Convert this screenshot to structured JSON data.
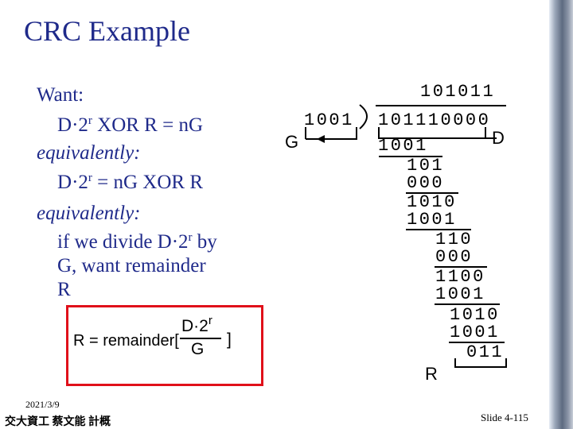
{
  "slide": {
    "title": "CRC Example",
    "date": "2021/3/9",
    "org": "交大資工 蔡文能 計概",
    "slide_number": "Slide 4-115"
  },
  "left": {
    "want": "Want:",
    "eq1_d": "D",
    "eq1_two": "2",
    "eq1_r": "r",
    "eq1_rest": " XOR R = n",
    "eq1_g": "G",
    "equiv1": "equivalently:",
    "eq2_d": "D",
    "eq2_two": "2",
    "eq2_r": "r",
    "eq2_rest": " = n",
    "eq2_tail": "G XOR R",
    "equiv2": "equivalently:",
    "line_if": "if we divide D",
    "line_if_two": "2",
    "line_if_r": "r",
    "line_if_by": " by",
    "line_g": "G, want remainder",
    "line_r": "R"
  },
  "formula": {
    "lhs": "R = remainder[",
    "num_d": "D",
    "num_two": "2",
    "num_r": "r",
    "den": "G",
    "close": "]"
  },
  "division": {
    "quotient": "101011",
    "divisor": "1001",
    "dividend": "101110000",
    "label_g": "G",
    "label_d": "D",
    "label_r": "R",
    "steps": [
      "1001",
      "101",
      "000",
      "1010",
      "1001",
      "110",
      "000",
      "1100",
      "1001",
      "1010",
      "1001",
      "011"
    ]
  }
}
